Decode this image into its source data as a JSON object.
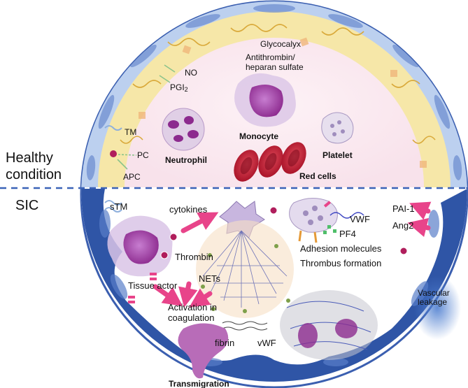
{
  "sections": {
    "healthy": "Healthy\ncondition",
    "sic": "SIC"
  },
  "healthy": {
    "glycocalyx": "Glycocalyx",
    "antithrombin": "Antithrombin/\nheparan sulfate",
    "no": "NO",
    "pgi2": "PGI",
    "pgi2_sub": "2",
    "tm": "TM",
    "pc": "PC",
    "apc": "APC",
    "neutrophil": "Neutrophil",
    "monocyte": "Monocyte",
    "platelet": "Platelet",
    "red_cells": "Red cells"
  },
  "sic": {
    "stm": "sTM",
    "cytokines": "cytokines",
    "thrombin": "Thrombin",
    "tissue_factor": "Tissue actor",
    "nets": "NETs",
    "activation": "Activation in\ncoagulation",
    "fibrin": "fibrin",
    "vwf_clot": "vWF",
    "transmigration": "Transmigration",
    "vwf": "VWF",
    "pf4": "PF4",
    "adhesion": "Adhesion molecules",
    "thrombus": "Thrombus formation",
    "pai1": "PAI-1",
    "ang2": "Ang2",
    "leakage": "Vascular\nleakage"
  },
  "colors": {
    "vessel_border": "#3b5fb0",
    "endothelium": "#2f55a6",
    "glycocalyx": "#f6e7a8",
    "lumen": "#fbecf2",
    "arrow": "#e8448a",
    "divider": "#3b63b8",
    "rbc": "#b3122a",
    "cell_purple": "#8c2a8e"
  }
}
